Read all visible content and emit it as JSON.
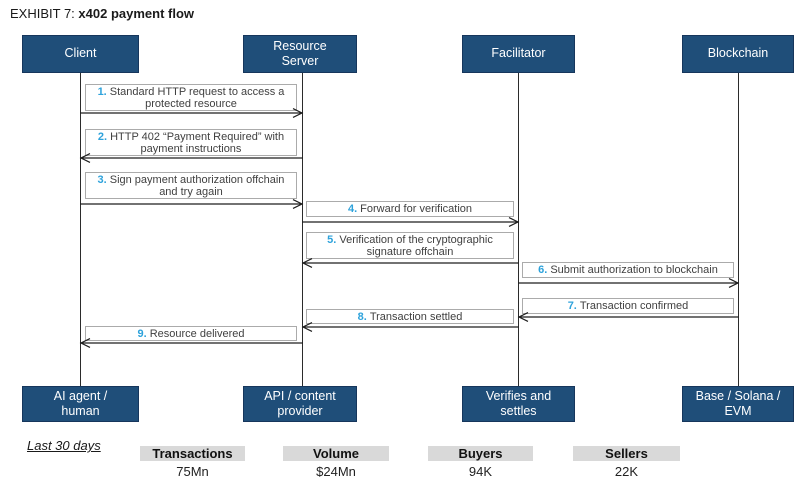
{
  "title": {
    "prefix": "EXHIBIT 7:",
    "main": "x402 payment flow"
  },
  "colors": {
    "actor_box": "#1f4e79",
    "message_number_blue": "#2da2db",
    "stat_header_bg": "#d9d9d9"
  },
  "actors": [
    {
      "id": "client",
      "top_lines": [
        "Client"
      ],
      "bottom_lines": [
        "AI agent /",
        "human"
      ]
    },
    {
      "id": "resource-server",
      "top_lines": [
        "Resource",
        "Server"
      ],
      "bottom_lines": [
        "API / content",
        "provider"
      ]
    },
    {
      "id": "facilitator",
      "top_lines": [
        "Facilitator"
      ],
      "bottom_lines": [
        "Verifies and",
        "settles"
      ]
    },
    {
      "id": "blockchain",
      "top_lines": [
        "Blockchain"
      ],
      "bottom_lines": [
        "Base / Solana /",
        "EVM"
      ]
    }
  ],
  "messages": [
    {
      "num": "1.",
      "text": "Standard HTTP request to access a protected resource",
      "from": "Client",
      "to": "Resource Server"
    },
    {
      "num": "2.",
      "text": "HTTP 402 “Payment Required” with payment instructions",
      "from": "Resource Server",
      "to": "Client"
    },
    {
      "num": "3.",
      "text": "Sign payment authorization offchain and try again",
      "from": "Client",
      "to": "Resource Server"
    },
    {
      "num": "4.",
      "text": "Forward for verification",
      "from": "Resource Server",
      "to": "Facilitator"
    },
    {
      "num": "5.",
      "text": "Verification of the cryptographic signature offchain",
      "from": "Facilitator",
      "to": "Resource Server"
    },
    {
      "num": "6.",
      "text": "Submit authorization to blockchain",
      "from": "Facilitator",
      "to": "Blockchain"
    },
    {
      "num": "7.",
      "text": "Transaction confirmed",
      "from": "Blockchain",
      "to": "Facilitator"
    },
    {
      "num": "8.",
      "text": "Transaction settled",
      "from": "Facilitator",
      "to": "Resource Server"
    },
    {
      "num": "9.",
      "text": "Resource delivered",
      "from": "Resource Server",
      "to": "Client"
    }
  ],
  "stats": {
    "period_label": "Last 30 days",
    "items": [
      {
        "label": "Transactions",
        "value": "75Mn"
      },
      {
        "label": "Volume",
        "value": "$24Mn"
      },
      {
        "label": "Buyers",
        "value": "94K"
      },
      {
        "label": "Sellers",
        "value": "22K"
      }
    ]
  }
}
